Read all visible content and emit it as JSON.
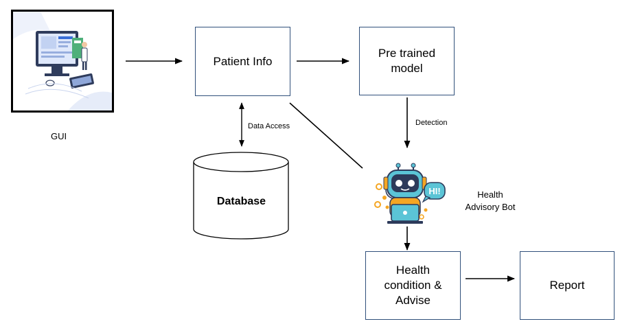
{
  "gui": {
    "label": "GUI",
    "illustration": "computer-health-record-illustration"
  },
  "nodes": {
    "patient_info": "Patient Info",
    "pretrained_model": "Pre trained\nmodel",
    "database": "Database",
    "bot_label": "Health\nAdvisory Bot",
    "health_condition": "Health\ncondition &\nAdvise",
    "report": "Report"
  },
  "edges": {
    "data_access": "Data Access",
    "detection": "Detection"
  },
  "bot": {
    "bubble_text": "HI!"
  },
  "colors": {
    "box_border": "#2f4f7a",
    "bot_orange": "#f5a623",
    "bot_teal": "#5bc4d6",
    "bot_navy": "#2d3a5a",
    "screen_blue": "#3a6fd8"
  }
}
